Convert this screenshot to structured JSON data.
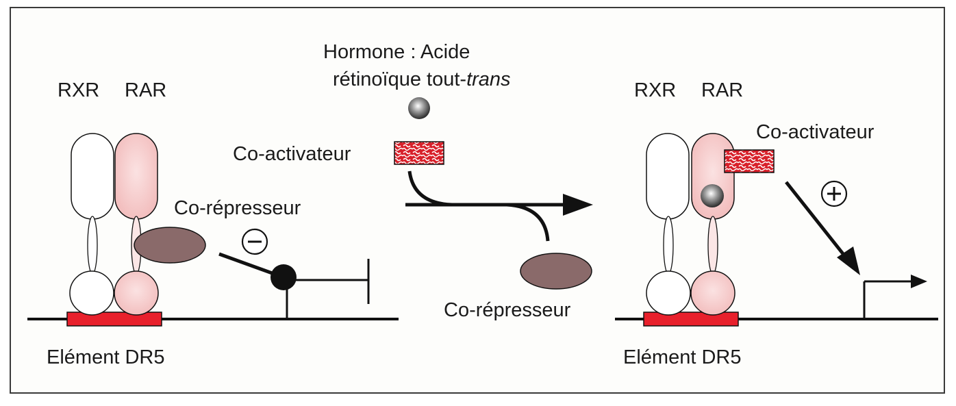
{
  "left_panel": {
    "rxr_label": "RXR",
    "rar_label": "RAR",
    "corepressor_label": "Co-répresseur",
    "minus_sign": "−",
    "element_label": "Elément DR5"
  },
  "middle_panel": {
    "hormone_line1": "Hormone : Acide",
    "hormone_line2_prefix": "rétinoïque tout-",
    "hormone_line2_italic": "trans",
    "coactivator_label": "Co-activateur",
    "corepressor_label": "Co-répresseur"
  },
  "right_panel": {
    "rxr_label": "RXR",
    "rar_label": "RAR",
    "coactivator_label": "Co-activateur",
    "plus_sign": "+",
    "element_label": "Elément DR5"
  },
  "colors": {
    "dna_element": "#e8202c",
    "rar_fill": "#f7cfcf",
    "corepressor_fill": "#8a6a6a",
    "coactivator_fill": "#d8202a",
    "line": "#111111"
  },
  "icons": [
    "hormone-ligand-icon",
    "repression-sign-icon",
    "activation-sign-icon",
    "transcription-start-arrow-icon",
    "gene-blocked-icon"
  ]
}
